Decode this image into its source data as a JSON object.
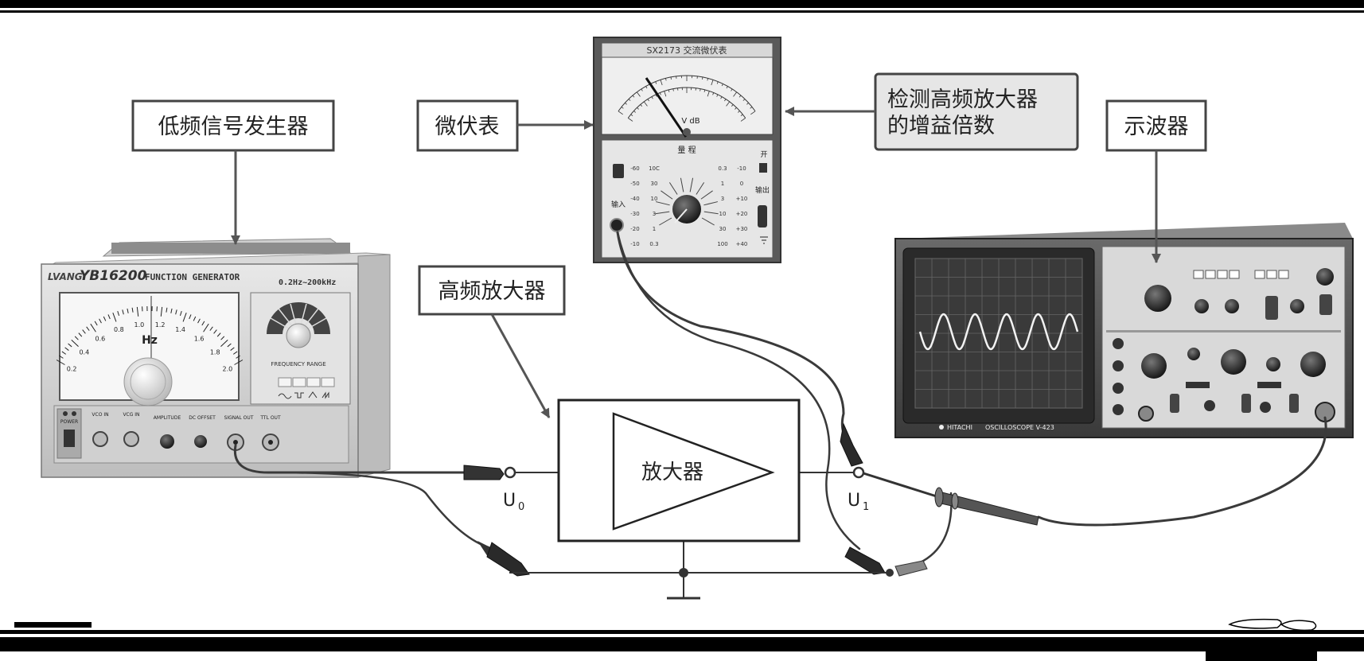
{
  "labels": {
    "signal_generator": "低频信号发生器",
    "microvoltmeter": "微伏表",
    "gain_note_line1": "检测高频放大器",
    "gain_note_line2": "的增益倍数",
    "oscilloscope": "示波器",
    "hf_amplifier": "高频放大器",
    "amplifier_block": "放大器",
    "u0_main": "U",
    "u0_sub": "0",
    "u1_main": "U",
    "u1_sub": "1"
  },
  "generator": {
    "brand": "LVANG",
    "model": "YB16200",
    "title": "FUNCTION GENERATOR",
    "range": "0.2Hz~200kHz",
    "dial_unit": "Hz",
    "freq_range_label": "FREQUENCY RANGE",
    "scale_ticks": [
      "0.2",
      "0.4",
      "0.6",
      "0.8",
      "1.0",
      "1.2",
      "1.4",
      "1.6",
      "1.8",
      "2.0"
    ],
    "panel_labels": {
      "power": "POWER",
      "vco_in_1": "VCO IN",
      "vco_in_2": "VCG IN",
      "amplitude": "AMPLITUDE",
      "dc_offset": "DC OFFSET",
      "signal_out": "SIGNAL OUT",
      "ttl_out": "TTL OUT"
    }
  },
  "meter": {
    "title_plate": "SX2173  交流微伏表",
    "unit": "V dB",
    "range_label": "量 程",
    "input_label": "输入",
    "output_label": "输出",
    "power_label": "开",
    "col_db": [
      "-60",
      "-50",
      "-40",
      "-30",
      "-20",
      "-10"
    ],
    "col_mv": [
      "10C",
      "30",
      "10",
      "3",
      "1",
      "0.3"
    ],
    "col_v": [
      "0.3",
      "1",
      "3",
      "10",
      "30",
      "100"
    ],
    "col_db_right": [
      "-10",
      "0",
      "+10",
      "+20",
      "+30",
      "+40"
    ]
  },
  "oscilloscope": {
    "brand": "HITACHI",
    "model": "OSCILLOSCOPE V-423"
  }
}
